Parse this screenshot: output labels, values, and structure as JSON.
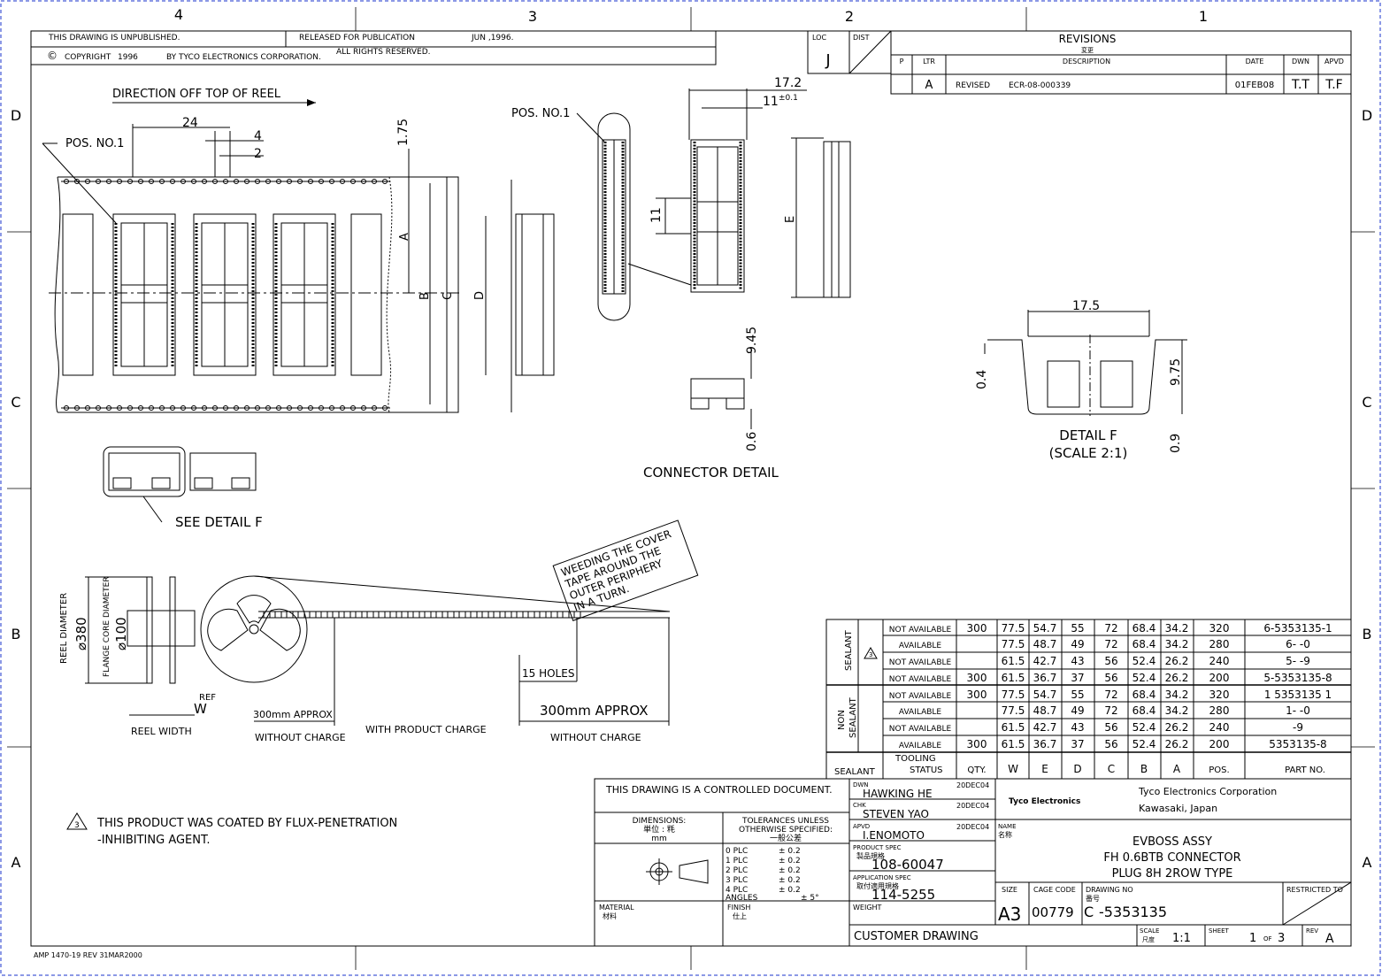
{
  "zones": {
    "cols": [
      "4",
      "3",
      "2",
      "1"
    ],
    "rows": [
      "D",
      "C",
      "B",
      "A"
    ]
  },
  "header": {
    "unpublished": "THIS DRAWING IS UNPUBLISHED.",
    "released": "RELEASED FOR PUBLICATION",
    "release_date": "JUN ,1996.",
    "copyright_symbol": "©",
    "copyright": "COPYRIGHT",
    "year": "1996",
    "by": "BY TYCO ELECTRONICS CORPORATION.",
    "rights": "ALL RIGHTS RESERVED.",
    "loc_label": "LOC",
    "loc_value": "J",
    "dist_label": "DIST"
  },
  "revisions": {
    "title": "REVISIONS",
    "title_jp": "変更",
    "headers": [
      "P",
      "LTR",
      "DESCRIPTION",
      "DATE",
      "DWN",
      "APVD"
    ],
    "rows": [
      {
        "ltr": "A",
        "desc": "REVISED",
        "ecr": "ECR-08-000339",
        "date": "01FEB08",
        "dwn": "T.T",
        "apvd": "T.F"
      }
    ]
  },
  "reel_view": {
    "direction": "DIRECTION OFF TOP OF REEL",
    "pos_no": "POS. NO.1",
    "dim_24": "24",
    "dim_4": "4",
    "dim_2": "2",
    "dim_175": "1.75",
    "dim_a": "A",
    "dim_b": "B",
    "dim_c": "C",
    "dim_d": "D"
  },
  "connector": {
    "pos_no": "POS. NO.1",
    "dim_172": "17.2",
    "dim_11_tol": "11",
    "tol": "±0.1",
    "dim_11": "11",
    "dim_e": "E",
    "dim_945": "9.45",
    "dim_06": "0.6",
    "label": "CONNECTOR DETAIL"
  },
  "detail_f": {
    "dim_175": "17.5",
    "dim_04": "0.4",
    "dim_975": "9.75",
    "dim_09": "0.9",
    "title": "DETAIL F",
    "scale": "(SCALE 2:1)",
    "see": "SEE DETAIL F"
  },
  "reel": {
    "reel_diameter": "REEL DIAMETER",
    "dia_380": "⌀380",
    "flange_core": "FLANGE CORE DIAMETER",
    "dia_100": "⌀100",
    "ref": "REF",
    "w": "W",
    "reel_width": "REEL WIDTH",
    "approx_300a": "300mm APPROX",
    "approx_300b": "300mm APPROX",
    "holes": "15 HOLES",
    "without1": "WITHOUT CHARGE",
    "with_product": "WITH PRODUCT CHARGE",
    "without2": "WITHOUT CHARGE",
    "stamp": [
      "WEEDING THE COVER",
      "TAPE AROUND THE",
      "OUTER PERIPHERY",
      "IN A TURN."
    ]
  },
  "note": {
    "num": "3",
    "line1": "THIS PRODUCT WAS COATED BY FLUX-PENETRATION",
    "line2": "-INHIBITING AGENT."
  },
  "part_table": {
    "group_sealant": "SEALANT",
    "group_non": "NON",
    "group_sealant2": "SEALANT",
    "flag": "3",
    "rows": [
      [
        "NOT AVAILABLE",
        "300",
        "77.5",
        "54.7",
        "55",
        "72",
        "68.4",
        "34.2",
        "320",
        "6-5353135-1"
      ],
      [
        "AVAILABLE",
        "",
        "77.5",
        "48.7",
        "49",
        "72",
        "68.4",
        "34.2",
        "280",
        "6-   -0"
      ],
      [
        "NOT AVAILABLE",
        "",
        "61.5",
        "42.7",
        "43",
        "56",
        "52.4",
        "26.2",
        "240",
        "5-   -9"
      ],
      [
        "NOT AVAILABLE",
        "300",
        "61.5",
        "36.7",
        "37",
        "56",
        "52.4",
        "26.2",
        "200",
        "5-5353135-8"
      ],
      [
        "NOT AVAILABLE",
        "300",
        "77.5",
        "54.7",
        "55",
        "72",
        "68.4",
        "34.2",
        "320",
        "1 5353135 1"
      ],
      [
        "AVAILABLE",
        "",
        "77.5",
        "48.7",
        "49",
        "72",
        "68.4",
        "34.2",
        "280",
        "1-   -0"
      ],
      [
        "NOT AVAILABLE",
        "",
        "61.5",
        "42.7",
        "43",
        "56",
        "52.4",
        "26.2",
        "240",
        "-9"
      ],
      [
        "AVAILABLE",
        "300",
        "61.5",
        "36.7",
        "37",
        "56",
        "52.4",
        "26.2",
        "200",
        "5353135-8"
      ]
    ],
    "headers": [
      "SEALANT",
      "TOOLING",
      "STATUS",
      "QTY.",
      "W",
      "E",
      "D",
      "C",
      "B",
      "A",
      "POS.",
      "PART NO."
    ]
  },
  "title_block": {
    "controlled": "THIS DRAWING IS A CONTROLLED DOCUMENT.",
    "dimensions": "DIMENSIONS:",
    "dim_unit_jp": "単位 : 粍",
    "dim_unit": "mm",
    "tolerances": "TOLERANCES UNLESS",
    "otherwise": "OTHERWISE SPECIFIED:",
    "tol_jp": "一般公差",
    "plc": [
      "0  PLC",
      "1  PLC",
      "2  PLC",
      "3  PLC",
      "4  PLC"
    ],
    "plc_val": [
      "± 0.2",
      "± 0.2",
      "± 0.2",
      "± 0.2",
      "± 0.2"
    ],
    "angles": "ANGLES",
    "angles_val": "± 5°",
    "material": "MATERIAL",
    "material_jp": "材料",
    "finish": "FINISH",
    "finish_jp": "仕上",
    "dwn_label": "DWN",
    "dwn_name": "HAWKING HE",
    "dwn_date": "20DEC04",
    "chk_label": "CHK",
    "chk_name": "STEVEN YAO",
    "chk_date": "20DEC04",
    "apvd_label": "APVD",
    "apvd_name": "I.ENOMOTO",
    "apvd_date": "20DEC04",
    "product_spec": "PRODUCT SPEC",
    "product_spec_jp": "製品規格",
    "product_spec_val": "108-60047",
    "app_spec": "APPLICATION SPEC",
    "app_spec_jp": "取付適用規格",
    "app_spec_val": "114-5255",
    "weight": "WEIGHT",
    "customer": "CUSTOMER DRAWING",
    "logo": "Tyco Electronics",
    "company": "Tyco Electronics Corporation",
    "location": "Kawasaki, Japan",
    "name_label": "NAME",
    "name_jp": "名称",
    "name1": "EVBOSS ASSY",
    "name2": "FH 0.6BTB CONNECTOR",
    "name3": "PLUG 8H 2ROW TYPE",
    "size_label": "SIZE",
    "size": "A3",
    "cage_label": "CAGE CODE",
    "cage": "00779",
    "dwg_label": "DRAWING NO",
    "dwg_jp": "番号",
    "dwg_prefix": "C",
    "dwg_no": "-5353135",
    "restricted": "RESTRICTED TO",
    "scale_label": "SCALE",
    "scale_jp": "尺度",
    "scale": "1:1",
    "sheet_label": "SHEET",
    "sheet": "1",
    "of": "OF",
    "sheets": "3",
    "rev_label": "REV",
    "rev": "A"
  },
  "footer": "AMP 1470-19 REV 31MAR2000"
}
